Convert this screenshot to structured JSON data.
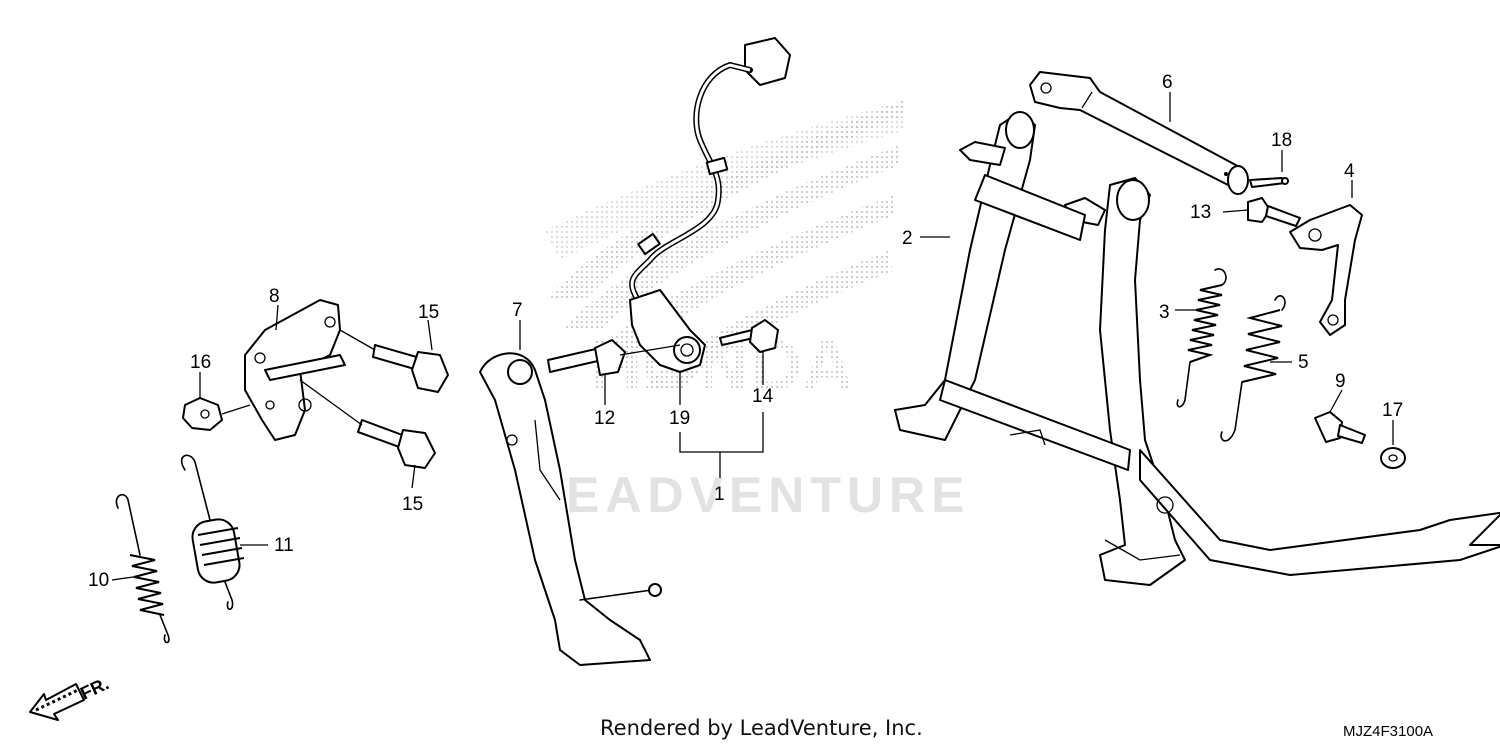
{
  "watermark": {
    "brand_text": "LEADVENTURE",
    "logo": "honda-wing-logo"
  },
  "direction_marker": {
    "label": "FR.",
    "icon": "arrow-down-left-icon"
  },
  "callouts": [
    "1",
    "2",
    "3",
    "4",
    "5",
    "6",
    "7",
    "8",
    "9",
    "10",
    "11",
    "12",
    "13",
    "14",
    "15",
    "15",
    "16",
    "17",
    "18",
    "19"
  ],
  "footer": {
    "rendered_by": "Rendered by LeadVenture, Inc."
  },
  "diagram_code": "MJZ4F3100A",
  "colors": {
    "ink": "#000000",
    "watermark": "#d9d9d9",
    "background": "#ffffff"
  }
}
